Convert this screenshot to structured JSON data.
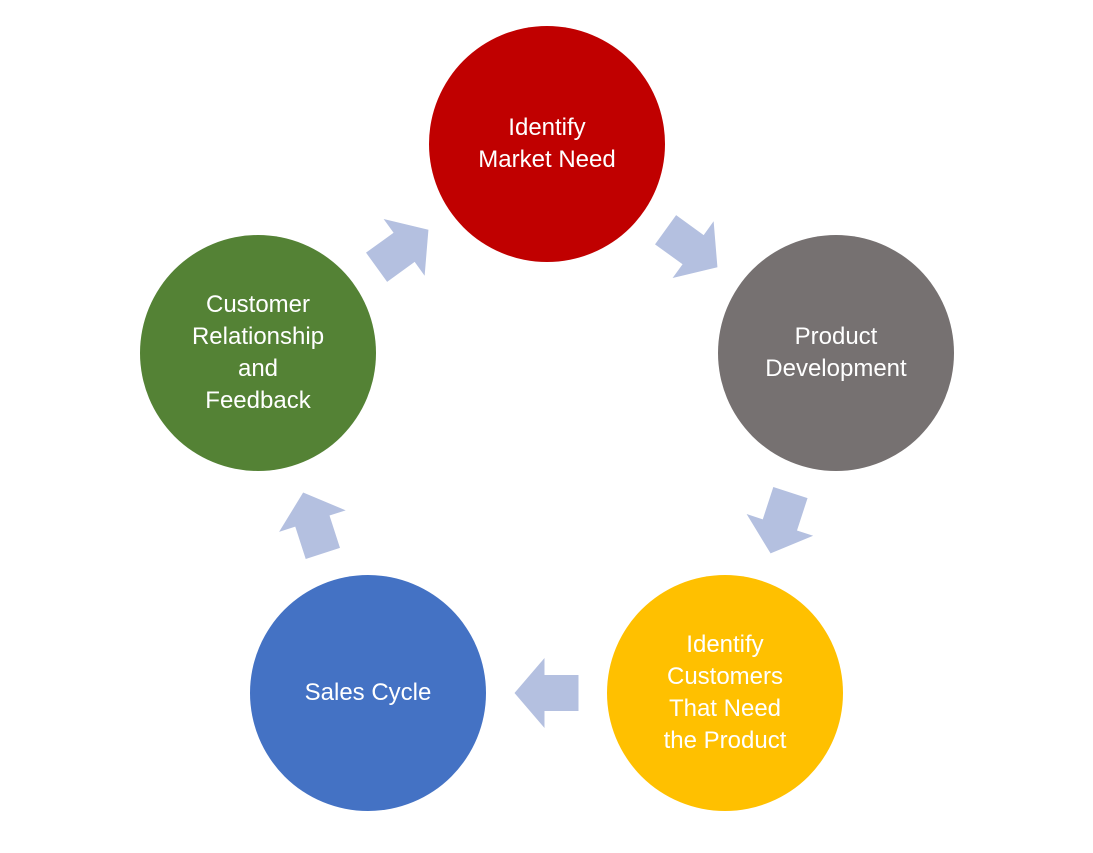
{
  "diagram": {
    "type": "cycle",
    "arrow_color": "#b4c0e0",
    "nodes": [
      {
        "id": "node-1",
        "label": "Identify\nMarket Need",
        "color": "#c00000"
      },
      {
        "id": "node-2",
        "label": "Product\nDevelopment",
        "color": "#767171"
      },
      {
        "id": "node-3",
        "label": "Identify\nCustomers\nThat Need\nthe Product",
        "color": "#ffc000"
      },
      {
        "id": "node-4",
        "label": "Sales Cycle",
        "color": "#4472c4"
      },
      {
        "id": "node-5",
        "label": "Customer\nRelationship\nand\nFeedback",
        "color": "#548235"
      }
    ],
    "edges": [
      {
        "from": "node-1",
        "to": "node-2"
      },
      {
        "from": "node-2",
        "to": "node-3"
      },
      {
        "from": "node-3",
        "to": "node-4"
      },
      {
        "from": "node-4",
        "to": "node-5"
      },
      {
        "from": "node-5",
        "to": "node-1"
      }
    ]
  }
}
